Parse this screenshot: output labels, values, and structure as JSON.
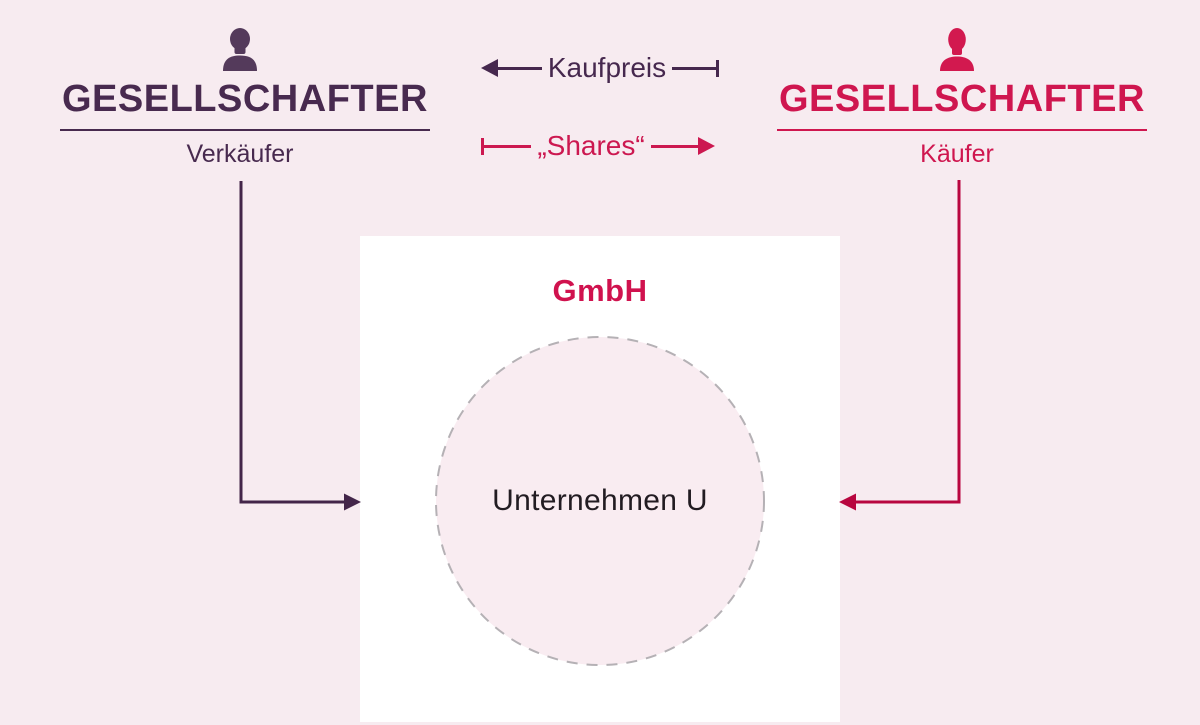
{
  "parties": {
    "seller": {
      "icon": "person-icon",
      "title": "GESELLSCHAFTER",
      "subtitle": "Verkäufer",
      "color": "#482a4f"
    },
    "buyer": {
      "icon": "person-icon",
      "title": "GESELLSCHAFTER",
      "subtitle": "Käufer",
      "color": "#cf164f"
    }
  },
  "flows": {
    "kaufpreis": {
      "label": "Kaufpreis",
      "direction": "buyer-to-seller",
      "color": "#46284e"
    },
    "shares": {
      "label": "„Shares“",
      "direction": "seller-to-buyer",
      "color": "#cc1850"
    }
  },
  "company": {
    "legal_form": "GmbH",
    "entity_name": "Unternehmen U"
  },
  "colors": {
    "background": "#f7ebf0",
    "box": "#ffffff",
    "circle_fill": "#f9ecf1",
    "circle_dash": "#b5b1b5",
    "purple": "#46284e",
    "crimson": "#cf164f",
    "entity_text": "#221c22"
  }
}
